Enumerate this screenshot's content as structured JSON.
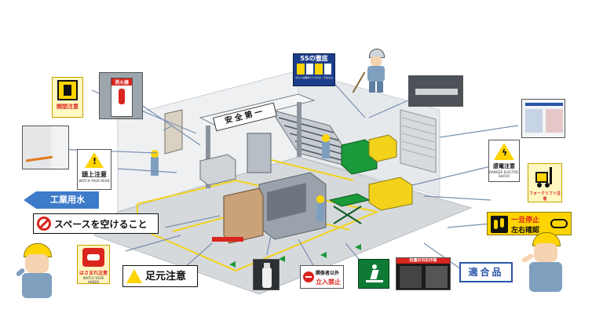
{
  "colors": {
    "floor": "#d6d9dc",
    "wall": "#eef0f2",
    "floor_line_yellow": "#f2d21a",
    "safety_green": "#1a9a3a",
    "danger_red": "#d9251d",
    "water_blue": "#3d7bc9",
    "machine_gray": "#9aa3ab",
    "sign_yellow": "#ffd400",
    "worker_uniform": "#7f9fbf",
    "helmet": "#ffd400",
    "ok_blue": "#2a55a8"
  },
  "banner": {
    "text": "安全第一"
  },
  "five_s_board": {
    "title": "5Sの徹底",
    "subtitle": "きれいな職場でケガゼロ・不良ゼロ"
  },
  "signs": {
    "head_watch": {
      "title": "頭上注意",
      "sub": "WATCH YOUR HEAD"
    },
    "space": {
      "text": "スペースを空けること"
    },
    "water": {
      "text": "工業用水"
    },
    "pinch": {
      "title": "はさまれ注意",
      "sub": "WATCH YOUR HANDS"
    },
    "foot": {
      "text": "足元注意"
    },
    "no_entry": {
      "line1": "関係者以外",
      "line2": "立入禁止"
    },
    "shock": {
      "title": "感電注意",
      "sub": "DANGER ELECTRIC SHOCK"
    },
    "forklift": {
      "text": "フォークリフト注意"
    },
    "stop": {
      "line1": "一旦停止",
      "line2": "左右確認"
    },
    "ok_goods": {
      "text": "適合品"
    },
    "door_caution": {
      "title": "開閉注意"
    },
    "fire_station": {
      "title": "消火器"
    },
    "pictogram": {
      "label": "防塵の対応作業"
    }
  },
  "icons": [
    "exclamation-icon",
    "no-entry-icon",
    "emergency-exit-icon",
    "electric-shock-icon",
    "forklift-icon",
    "footprints-icon",
    "arrow-left-icon"
  ]
}
